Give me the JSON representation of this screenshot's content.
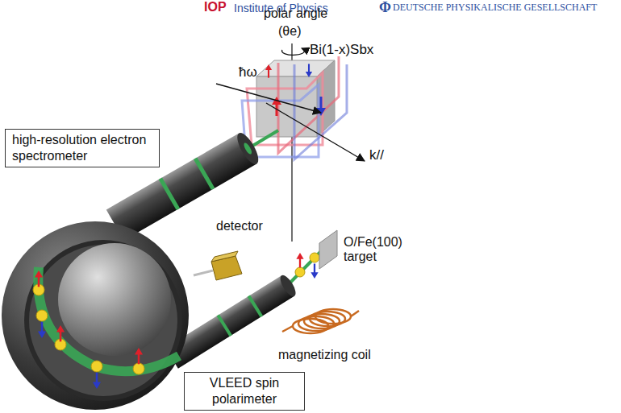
{
  "diagram": {
    "nodes": [
      {
        "text": [
          "high-resolution electron spectrometer"
        ]
      },
      {
        "text": [
          "VLEED spin polarimeter"
        ]
      }
    ],
    "labels": [
      "IOP",
      "Institute of Physics",
      "Φ",
      "DEUTSCHE PHYSIKALISCHE GESELLSCHAFT",
      "polar angle",
      "(θe)",
      "ħω",
      "Bi(1-x)Sbx",
      "k//",
      "detector",
      "O/Fe(100) target",
      "magnetizing coil"
    ]
  }
}
